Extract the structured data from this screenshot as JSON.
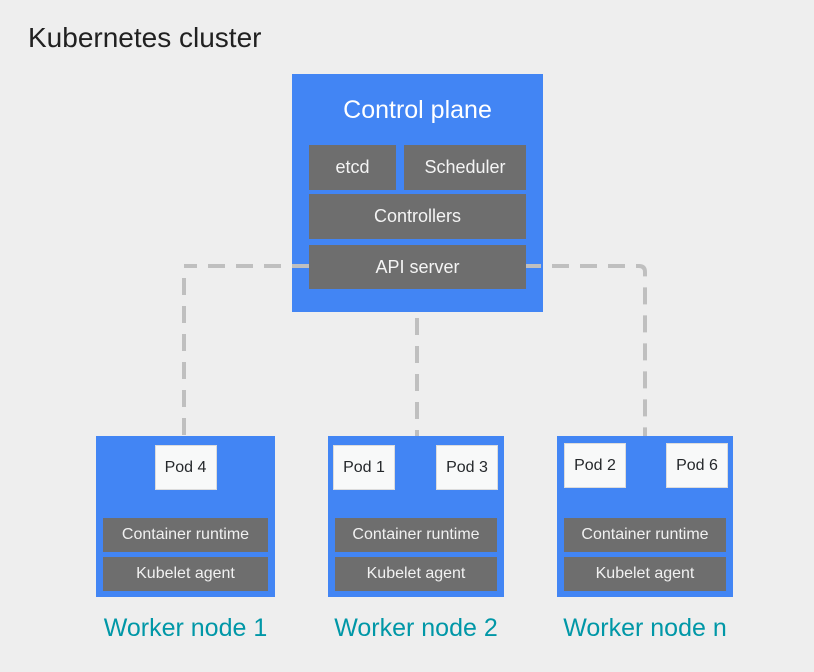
{
  "title": "Kubernetes cluster",
  "colors": {
    "background": "#eeeeee",
    "node_blue": "#4285f4",
    "component_gray": "#6e6e6e",
    "pod_background": "#f8f9f9",
    "worker_label_teal": "#0097a7",
    "connector_dash_gray": "#bfbfbf",
    "title_text": "#212121",
    "component_text": "#f4f4f4",
    "pod_text": "#25282b"
  },
  "control_plane": {
    "title": "Control plane",
    "components": [
      {
        "id": "etcd",
        "label": "etcd"
      },
      {
        "id": "scheduler",
        "label": "Scheduler"
      },
      {
        "id": "controllers",
        "label": "Controllers"
      },
      {
        "id": "api-server",
        "label": "API server"
      }
    ]
  },
  "worker_nodes": [
    {
      "label": "Worker node 1",
      "pods": [
        "Pod 4"
      ],
      "container_runtime_label": "Container runtime",
      "kubelet_label": "Kubelet agent"
    },
    {
      "label": "Worker node 2",
      "pods": [
        "Pod 1",
        "Pod 3"
      ],
      "container_runtime_label": "Container runtime",
      "kubelet_label": "Kubelet agent"
    },
    {
      "label": "Worker node n",
      "pods": [
        "Pod 2",
        "Pod 6"
      ],
      "container_runtime_label": "Container runtime",
      "kubelet_label": "Kubelet agent"
    }
  ]
}
